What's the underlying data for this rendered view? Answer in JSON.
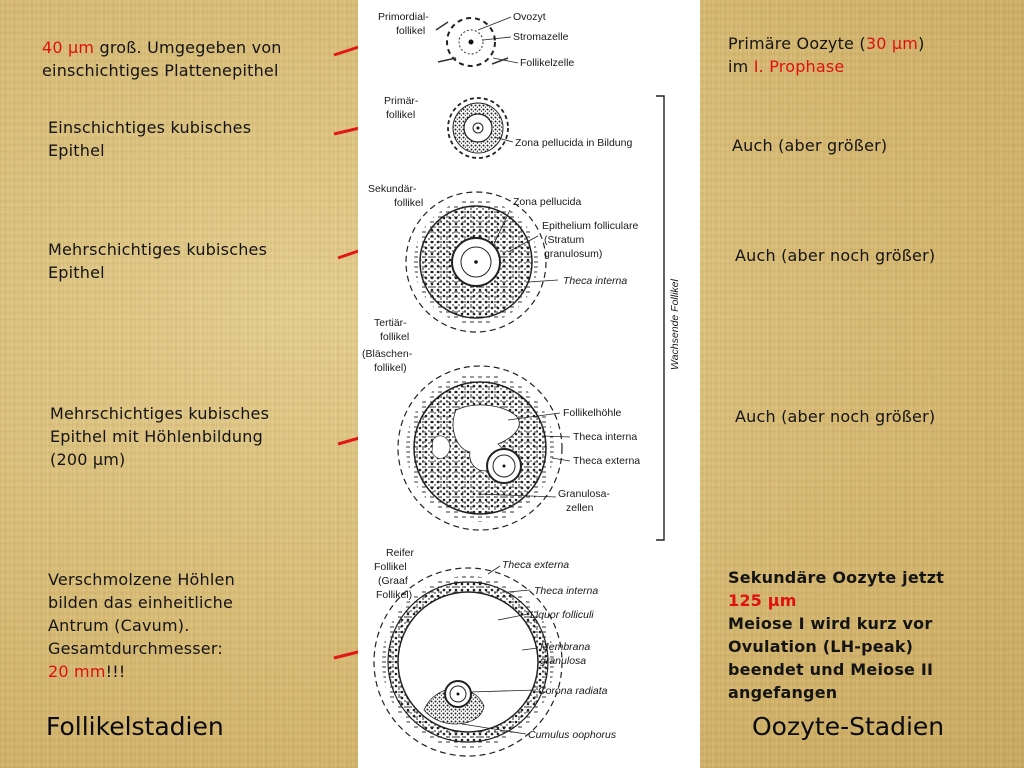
{
  "left": {
    "item1": {
      "part1": "40 ",
      "unit": "μm",
      "part2": " groß. Umgegeben von",
      "line2": "einschichtiges Plattenepithel"
    },
    "item2": {
      "line1": "Einschichtiges kubisches",
      "line2": "Epithel"
    },
    "item3": {
      "line1": "Mehrschichtiges kubisches",
      "line2": "Epithel"
    },
    "item4": {
      "line1": "Mehrschichtiges kubisches",
      "line2": "Epithel mit Höhlenbildung",
      "line3": "(200 μm)"
    },
    "item5": {
      "line1": "Verschmolzene Höhlen",
      "line2": "bilden das einheitliche",
      "line3": "Antrum (Cavum).",
      "line4": "Gesamtdurchmesser:",
      "value": "20 mm",
      "suffix": "!!!"
    }
  },
  "right": {
    "item1": {
      "part1": "Primäre Oozyte (",
      "value": "30 μm",
      "part2": ")",
      "line2a": "im ",
      "line2b": "I. Prophase"
    },
    "item2": "Auch (aber größer)",
    "item3": "Auch (aber noch größer)",
    "item4": "Auch (aber noch größer)",
    "item5": {
      "line1": "Sekundäre Oozyte jetzt",
      "line2": "125 μm",
      "line3": "Meiose I wird kurz vor",
      "line4": "Ovulation (LH-peak)",
      "line5": "beendet und Meiose II",
      "line6": "angefangen"
    }
  },
  "titles": {
    "left": "Follikelstadien",
    "right": "Oozyte-Stadien"
  },
  "diagram": {
    "stage1": {
      "name1": "Primordial-",
      "name2": "follikel",
      "labels": [
        "Ovozyt",
        "Stromazelle",
        "Follikelzelle"
      ]
    },
    "stage2": {
      "name1": "Primär-",
      "name2": "follikel",
      "labels": [
        "Zona pellucida in Bildung"
      ]
    },
    "stage3": {
      "name1": "Sekundär-",
      "name2": "follikel",
      "labels": [
        "Zona pellucida",
        "Epithelium folliculare",
        "(Stratum",
        "granulosum)",
        "Theca interna"
      ]
    },
    "stage4": {
      "name1": "Tertiär-",
      "name2": "follikel",
      "name3": "(Bläschen-",
      "name4": "follikel)",
      "labels": [
        "Follikelhöhle",
        "Theca interna",
        "Theca externa",
        "Granulosa-",
        "zellen"
      ]
    },
    "stage5": {
      "name1": "Reifer",
      "name2": "Follikel",
      "name3": "(Graaf",
      "name4": "Follikel)",
      "labels": [
        "Theca externa",
        "Theca interna",
        "Liquor folliculi",
        "Membrana",
        "granulosa",
        "Corona radiata",
        "Cumulus oophorus"
      ]
    },
    "bracket_label": "Wachsende Follikel"
  },
  "colors": {
    "red": "#e01010",
    "arrow": "#e01818",
    "text": "#141414",
    "background": "#d9bf7e"
  }
}
